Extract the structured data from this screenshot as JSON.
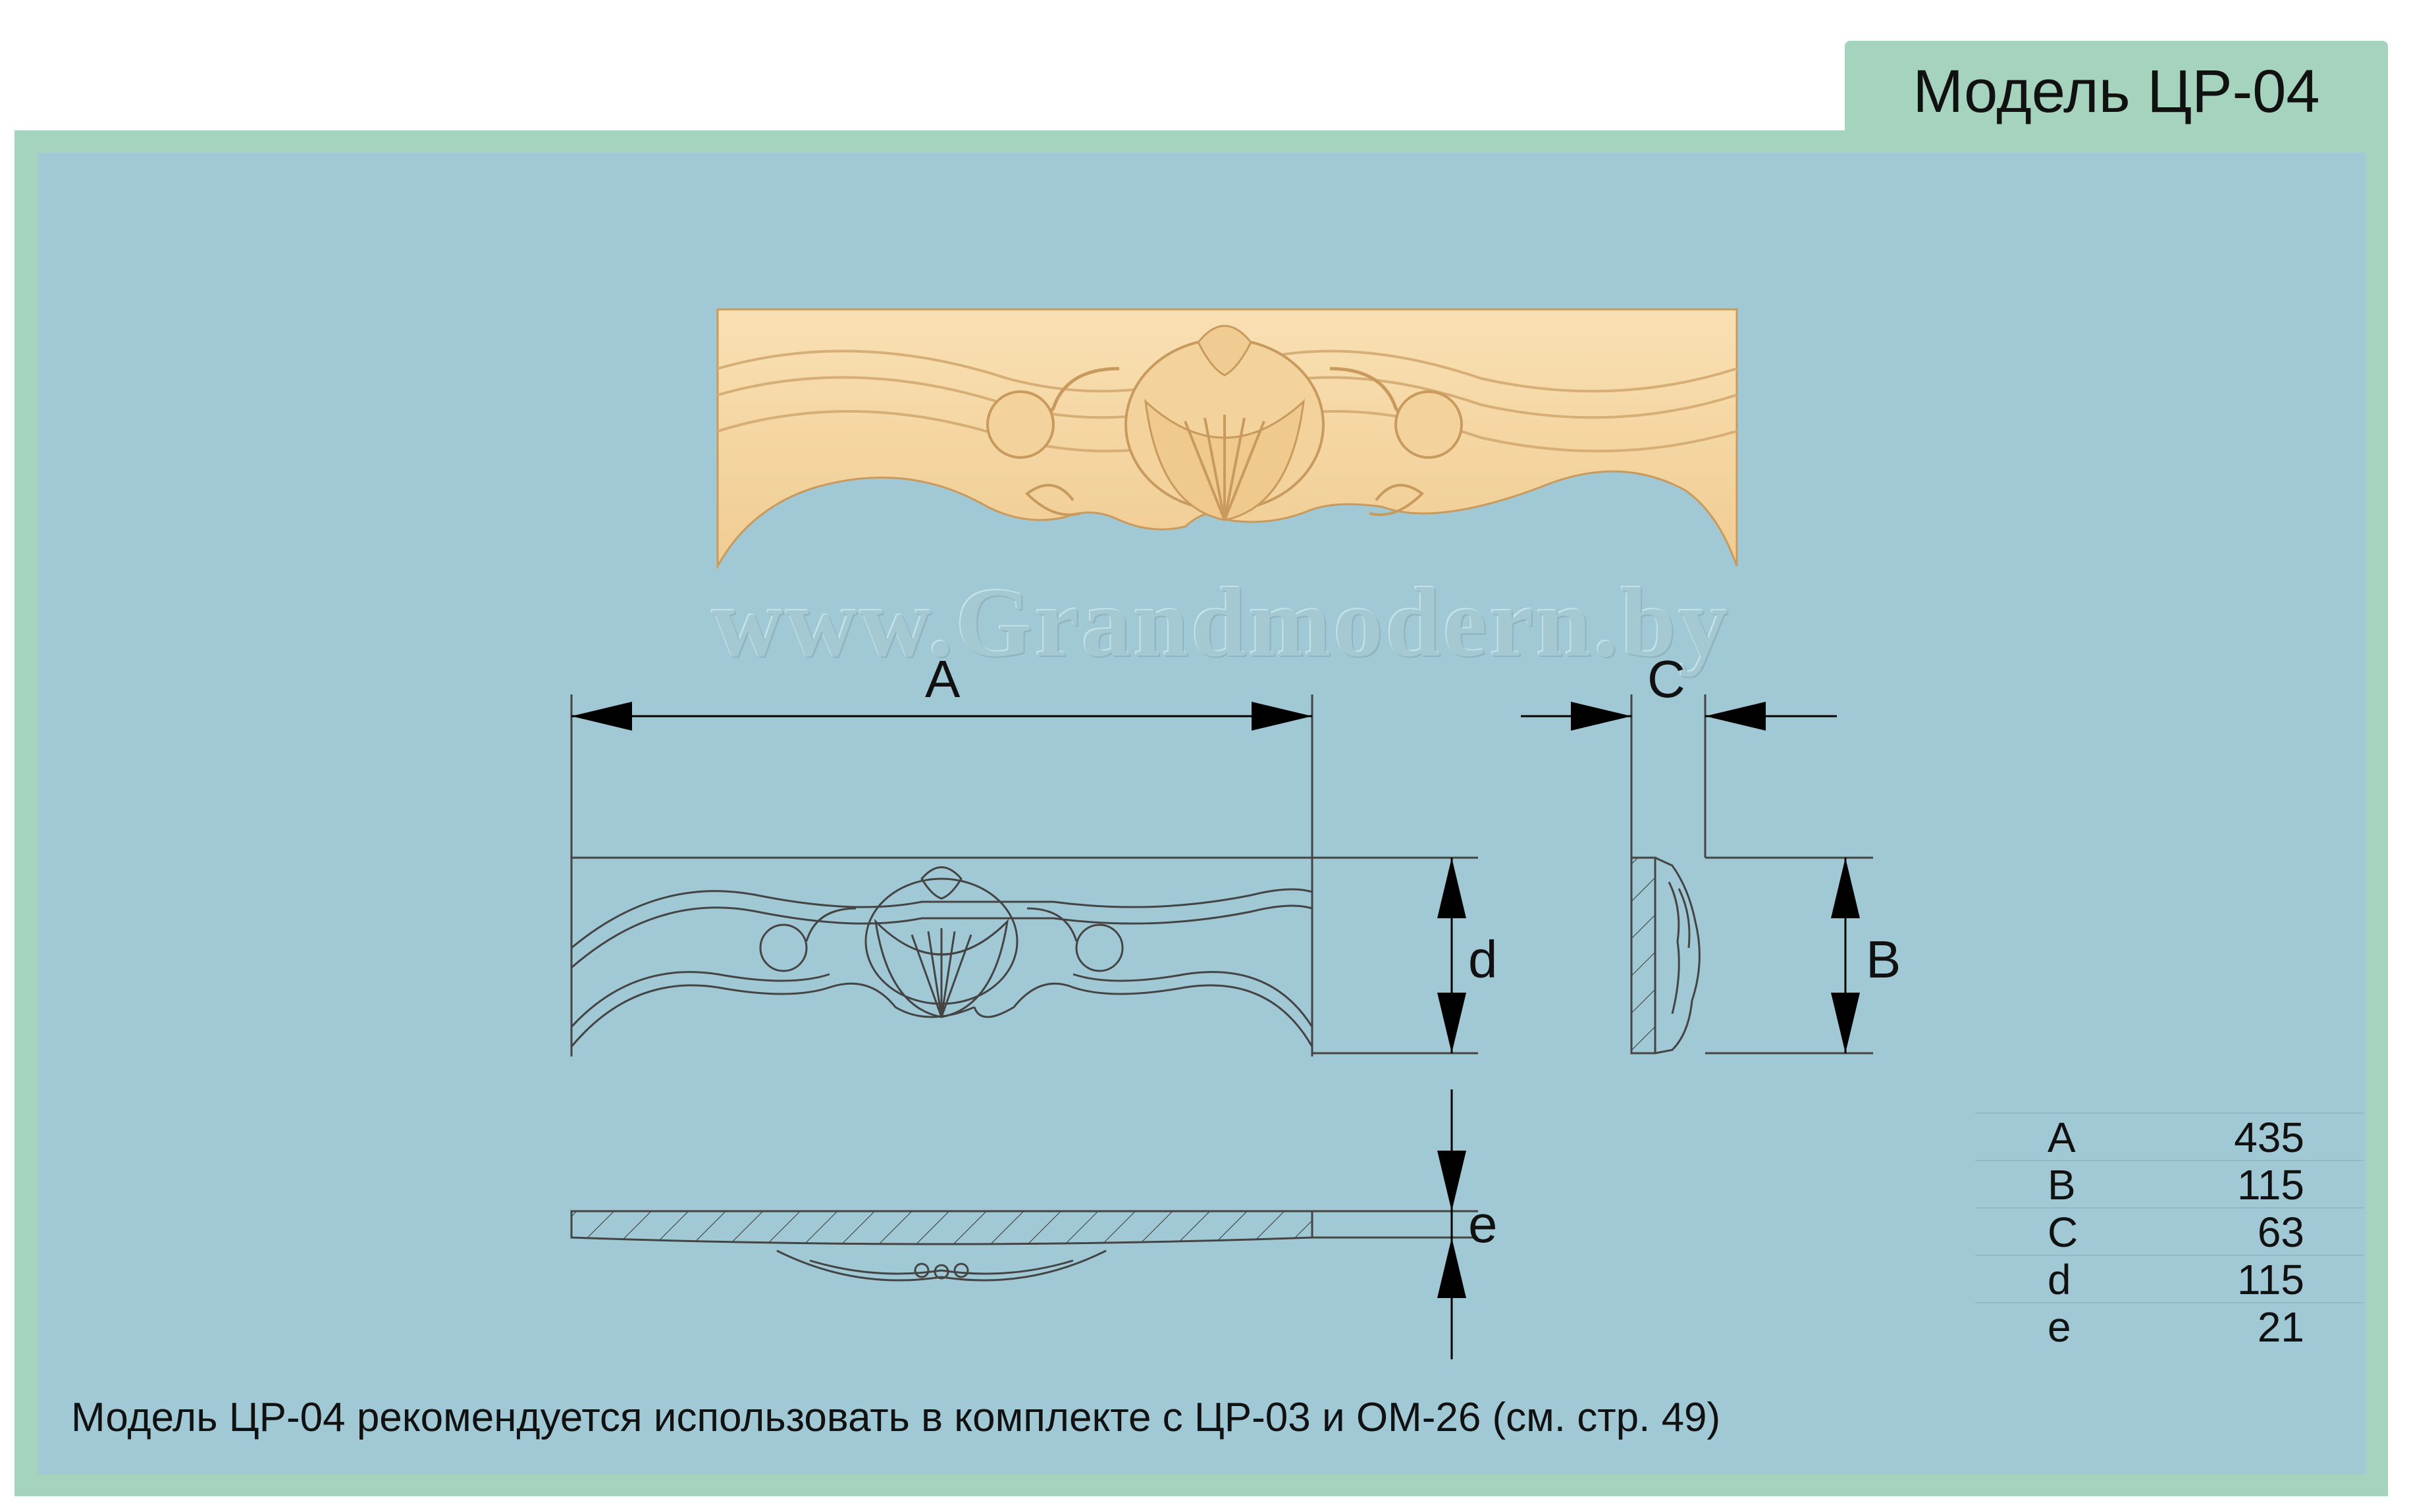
{
  "header": {
    "title": "Модель ЦР-04"
  },
  "watermark": "www.Grandmodern.by",
  "dimension_labels": {
    "A": "A",
    "B": "B",
    "C": "C",
    "d": "d",
    "e": "e"
  },
  "specs": [
    {
      "param": "A",
      "value": "435"
    },
    {
      "param": "B",
      "value": "115"
    },
    {
      "param": "C",
      "value": "63"
    },
    {
      "param": "d",
      "value": "115"
    },
    {
      "param": "e",
      "value": "21"
    }
  ],
  "footnote": "Модель ЦР-04 рекомендуется использовать в комплекте с ЦР-03 и ОМ-26 (см. стр. 49)",
  "colors": {
    "frame": "#a6d3bd",
    "background": "#a1c9d5",
    "wood": "#f5d7a4"
  }
}
